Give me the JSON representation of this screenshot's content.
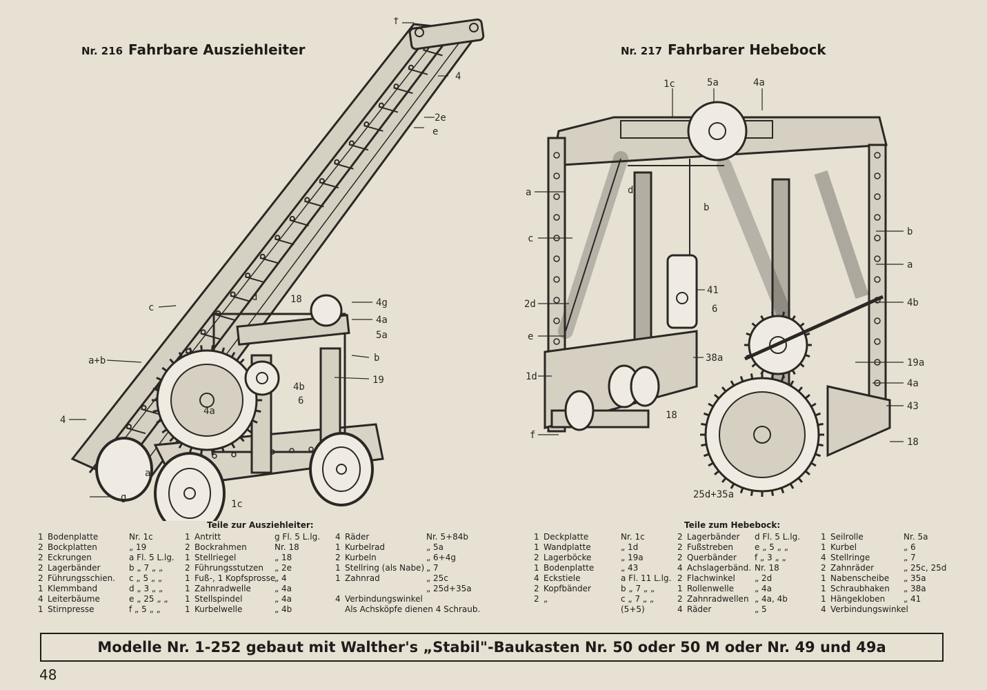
{
  "models": [
    {
      "number": "Nr. 216",
      "name": "Fahrbare Ausziehleiter"
    },
    {
      "number": "Nr. 217",
      "name": "Fahrbarer Hebebock"
    }
  ],
  "labels_216": [
    "f",
    "4",
    "2e",
    "e",
    "c",
    "d",
    "18",
    "4g",
    "4a",
    "5a",
    "b",
    "19",
    "a+b",
    "4b",
    "6",
    "4a",
    "4",
    "a",
    "g",
    "1c"
  ],
  "labels_217": [
    "1c",
    "5a",
    "4a",
    "a",
    "d",
    "b",
    "b",
    "c",
    "a",
    "41",
    "6",
    "2d",
    "4b",
    "e",
    "38a",
    "19a",
    "1d",
    "4a",
    "43",
    "18",
    "f",
    "18",
    "25d+35a"
  ],
  "parts_216": {
    "heading": "Teile zur Ausziehleiter:",
    "col1": [
      [
        "1",
        "Bodenplatte",
        "Nr. 1c"
      ],
      [
        "2",
        "Bockplatten",
        "„ 19"
      ],
      [
        "2",
        "Eckrungen",
        "a Fl. 5 L.lg."
      ],
      [
        "2",
        "Lagerbänder",
        "b „ 7 „ „"
      ],
      [
        "2",
        "Führungsschien.",
        "c „ 5 „ „"
      ],
      [
        "1",
        "Klemmband",
        "d „ 3 „ „"
      ],
      [
        "4",
        "Leiterbäume",
        "e „ 25 „ „"
      ],
      [
        "1",
        "Stirnpresse",
        "f „ 5 „ „"
      ]
    ],
    "col2": [
      [
        "1",
        "Antritt",
        "g Fl. 5 L.lg."
      ],
      [
        "2",
        "Bockrahmen",
        "Nr. 18"
      ],
      [
        "1",
        "Stellriegel",
        "„ 18"
      ],
      [
        "2",
        "Führungsstutzen",
        "„ 2e"
      ],
      [
        "1",
        "Fuß-, 1 Kopfsprosse",
        "„ 4"
      ],
      [
        "1",
        "Zahnradwelle",
        "„ 4a"
      ],
      [
        "1",
        "Stellspindel",
        "„ 4a"
      ],
      [
        "1",
        "Kurbelwelle",
        "„ 4b"
      ]
    ],
    "col3": [
      [
        "4",
        "Räder",
        "Nr. 5+84b"
      ],
      [
        "1",
        "Kurbelrad",
        "„ 5a"
      ],
      [
        "2",
        "Kurbeln",
        "„ 6+4g"
      ],
      [
        "1",
        "Stellring (als Nabe)",
        "„ 7"
      ],
      [
        "1",
        "Zahnrad",
        "„ 25c"
      ],
      [
        "",
        "",
        "„ 25d+35a"
      ],
      [
        "4",
        "Verbindungswinkel",
        ""
      ],
      [
        "",
        "Als Achsköpfe dienen 4 Schraub.",
        ""
      ]
    ]
  },
  "parts_217": {
    "heading": "Teile zum Hebebock:",
    "col1": [
      [
        "1",
        "Deckplatte",
        "Nr. 1c"
      ],
      [
        "1",
        "Wandplatte",
        "„ 1d"
      ],
      [
        "2",
        "Lagerböcke",
        "„ 19a"
      ],
      [
        "1",
        "Bodenplatte",
        "„ 43"
      ],
      [
        "4",
        "Eckstiele",
        "a Fl. 11 L.lg."
      ],
      [
        "2",
        "Kopfbänder",
        "b „ 7 „ „"
      ],
      [
        "2",
        "„",
        "c „ 7 „ „"
      ],
      [
        "",
        "",
        "(5+5)"
      ]
    ],
    "col2": [
      [
        "2",
        "Lagerbänder",
        "d Fl. 5 L.lg."
      ],
      [
        "2",
        "Fußstreben",
        "e „ 5 „ „"
      ],
      [
        "2",
        "Querbänder",
        "f „ 3 „ „"
      ],
      [
        "4",
        "Achslagerbänd.",
        "Nr. 18"
      ],
      [
        "2",
        "Flachwinkel",
        "„ 2d"
      ],
      [
        "1",
        "Rollenwelle",
        "„ 4a"
      ],
      [
        "2",
        "Zahnradwellen",
        "„ 4a, 4b"
      ],
      [
        "4",
        "Räder",
        "„ 5"
      ]
    ],
    "col3": [
      [
        "1",
        "Seilrolle",
        "Nr. 5a"
      ],
      [
        "1",
        "Kurbel",
        "„ 6"
      ],
      [
        "4",
        "Stellringe",
        "„ 7"
      ],
      [
        "2",
        "Zahnräder",
        "„ 25c, 25d"
      ],
      [
        "1",
        "Nabenscheibe",
        "„ 35a"
      ],
      [
        "1",
        "Schraubhaken",
        "„ 38a"
      ],
      [
        "1",
        "Hängekloben",
        "„ 41"
      ],
      [
        "4",
        "Verbindungswinkel",
        ""
      ]
    ]
  },
  "banner": "Modelle Nr. 1-252 gebaut mit Walther's „Stabil\"-Baukasten Nr. 50 oder 50 M oder Nr. 49 und 49a",
  "page_number": "48"
}
